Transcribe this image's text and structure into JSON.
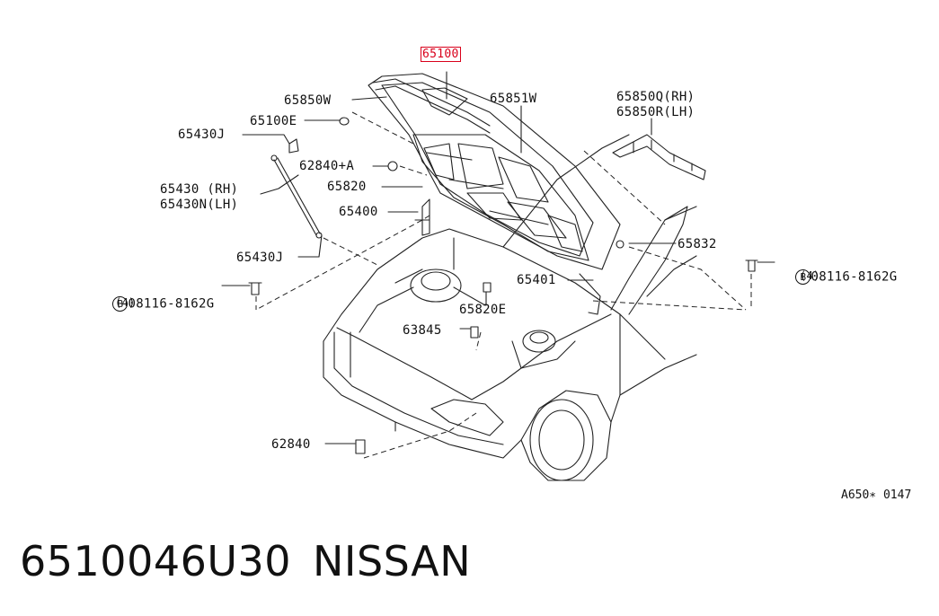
{
  "diagram": {
    "labels": {
      "hood": "65100",
      "hood_seal_front": "65850W",
      "hood_seal_rear": "65851W",
      "seal_rh": "65850Q(RH)",
      "seal_lh": "65850R(LH)",
      "cap_e": "65100E",
      "stay_j_top": "65430J",
      "bumper_a": "62840+A",
      "stay_rh": "65430 (RH)",
      "stay_lh": "65430N(LH)",
      "insulator": "65820",
      "hinge_lh": "65400",
      "stay_j_bottom": "65430J",
      "bolt_left": "08116-8162G",
      "bolt_left_qty": "(4)",
      "bolt_right": "08116-8162G",
      "bolt_right_qty": "(4)",
      "grommet": "65832",
      "hinge_rh": "65401",
      "clip": "65820E",
      "bracket": "63845",
      "bumper_front": "62840",
      "circle_b": "B"
    },
    "ref_code": "A650∗ 0147"
  },
  "footer": {
    "part_number": "6510046U30",
    "brand": "NISSAN"
  },
  "colors": {
    "highlight": "#d9001b",
    "line": "#222222"
  }
}
